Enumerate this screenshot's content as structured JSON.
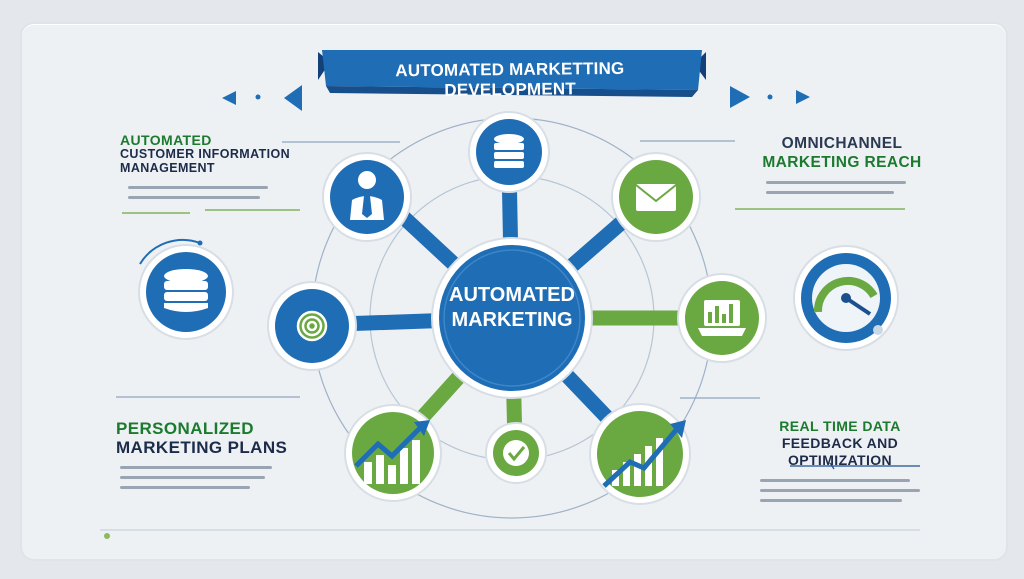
{
  "banner": {
    "title": "AUTOMATED MARKETTING DEVELOPMENT"
  },
  "hub": {
    "line1": "AUTOMATED",
    "line2": "MARKETING"
  },
  "sections": {
    "top_left": {
      "line1": "AUTOMATED",
      "line2": "CUSTOMER INFORMATION",
      "line3": "MANAGEMENT"
    },
    "top_right": {
      "line1": "OMNICHANNEL",
      "line2": "MARKETING REACH"
    },
    "bottom_left": {
      "line1": "PERSONALIZED",
      "line2": "MARKETING PLANS"
    },
    "bottom_right": {
      "line1": "REAL TIME DATA",
      "line2": "FEEDBACK AND OPTIMIZATION"
    }
  },
  "colors": {
    "blue": "#1f6db5",
    "green": "#6aa842",
    "dark_blue": "#1b4f8e",
    "navy": "#1d2b4a"
  },
  "icons": [
    "database-icon",
    "businessman-icon",
    "envelope-icon",
    "target-icon",
    "laptop-chart-icon",
    "bar-chart-up-icon",
    "checkmark-icon",
    "gauge-icon"
  ]
}
